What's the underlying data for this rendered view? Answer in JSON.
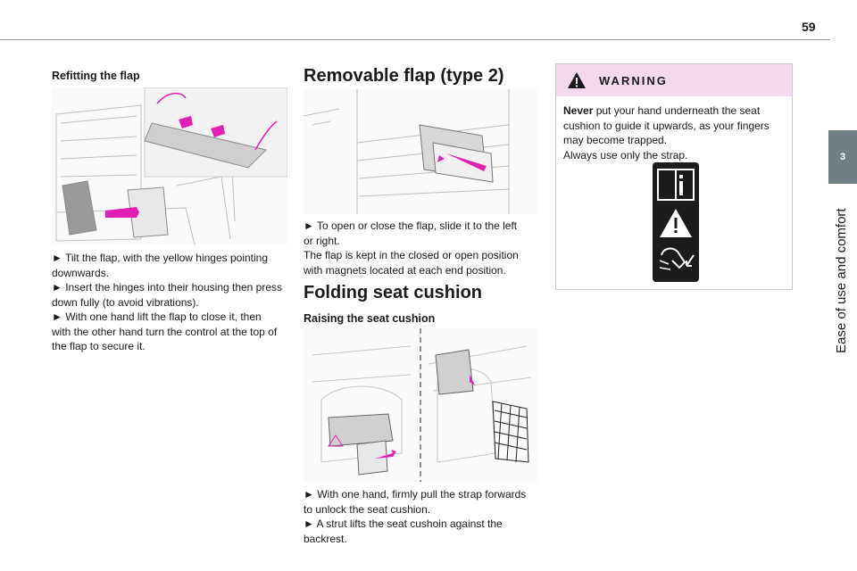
{
  "page_number": "59",
  "side_tab": {
    "number": "3",
    "title": "Ease of use and comfort"
  },
  "col1": {
    "heading": "Refitting the flap",
    "lines": [
      "► Tilt the flap, with the yellow hinges pointing",
      "downwards.",
      "► Insert the hinges into their housing then press",
      "down fully (to avoid vibrations).",
      "► With one hand lift the flap to close it, then",
      "with the other hand turn the control at the top of",
      "the flap to secure it."
    ]
  },
  "col2": {
    "heading": "Removable flap (type 2)",
    "para1": [
      "► To open or close the flap, slide it to the left",
      "or right.",
      "The flap is kept in the closed or open position",
      "with magnets located at each end position."
    ],
    "heading2": "Folding seat cushion",
    "subheading": "Raising the seat cushion",
    "para2": [
      "► With one hand, firmly pull the strap forwards",
      "to unlock the seat cushion.",
      "► A strut lifts the seat cushoin against the",
      "backrest."
    ]
  },
  "warning": {
    "title": "WARNING",
    "lead": "Never",
    "lines": [
      " put your hand underneath the seat",
      "cushion to guide it upwards, as your fingers",
      "may become trapped.",
      "Always use only the strap."
    ]
  },
  "colors": {
    "accent_pink": "#e21fb5",
    "warning_bg": "#f4d8ee",
    "tab_gray": "#6f7f86"
  }
}
